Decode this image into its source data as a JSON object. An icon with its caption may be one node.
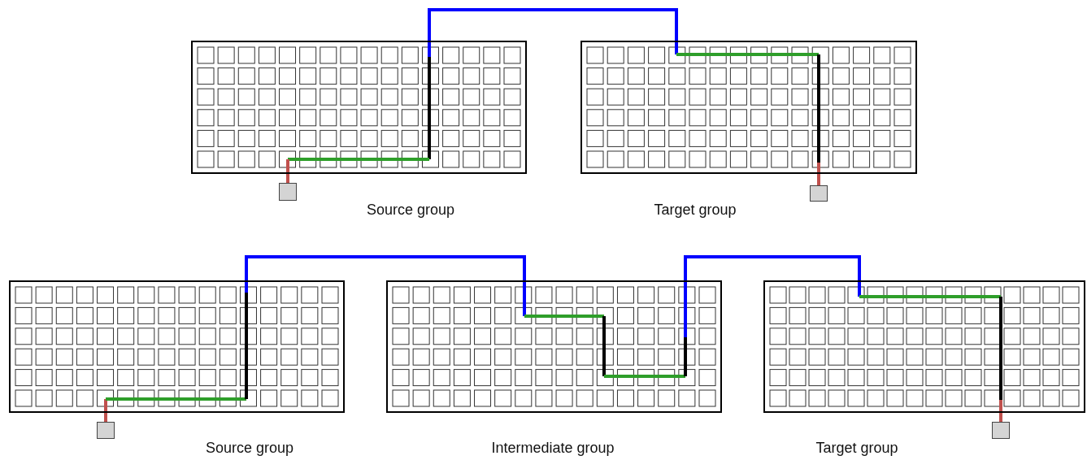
{
  "diagram": {
    "nodes": [
      {
        "text": [],
        "shape": "box",
        "beside": [
          "Source group"
        ]
      },
      {
        "text": [],
        "shape": "box",
        "beside": [
          "Target group"
        ]
      },
      {
        "text": [],
        "shape": "box"
      },
      {
        "text": [],
        "shape": "box"
      },
      {
        "text": [],
        "shape": "box",
        "beside": [
          "Source group"
        ]
      },
      {
        "text": [],
        "shape": "box",
        "beside": [
          "Intermediate group"
        ]
      },
      {
        "text": [],
        "shape": "box",
        "beside": [
          "Target group"
        ]
      },
      {
        "text": [],
        "shape": "box"
      },
      {
        "text": [],
        "shape": "box"
      }
    ],
    "edges": [
      {
        "from": 2,
        "to": 0,
        "arrow": "none",
        "color": "#c0504d"
      },
      {
        "from": 0,
        "to": 1,
        "arrow": "none",
        "color": "#0000ff"
      },
      {
        "from": 1,
        "to": 3,
        "arrow": "none",
        "color": "#c0504d"
      },
      {
        "from": 7,
        "to": 4,
        "arrow": "none",
        "color": "#c0504d"
      },
      {
        "from": 4,
        "to": 5,
        "arrow": "none",
        "color": "#0000ff"
      },
      {
        "from": 5,
        "to": 6,
        "arrow": "none",
        "color": "#0000ff"
      },
      {
        "from": 6,
        "to": 8,
        "arrow": "none",
        "color": "#c0504d"
      }
    ]
  }
}
